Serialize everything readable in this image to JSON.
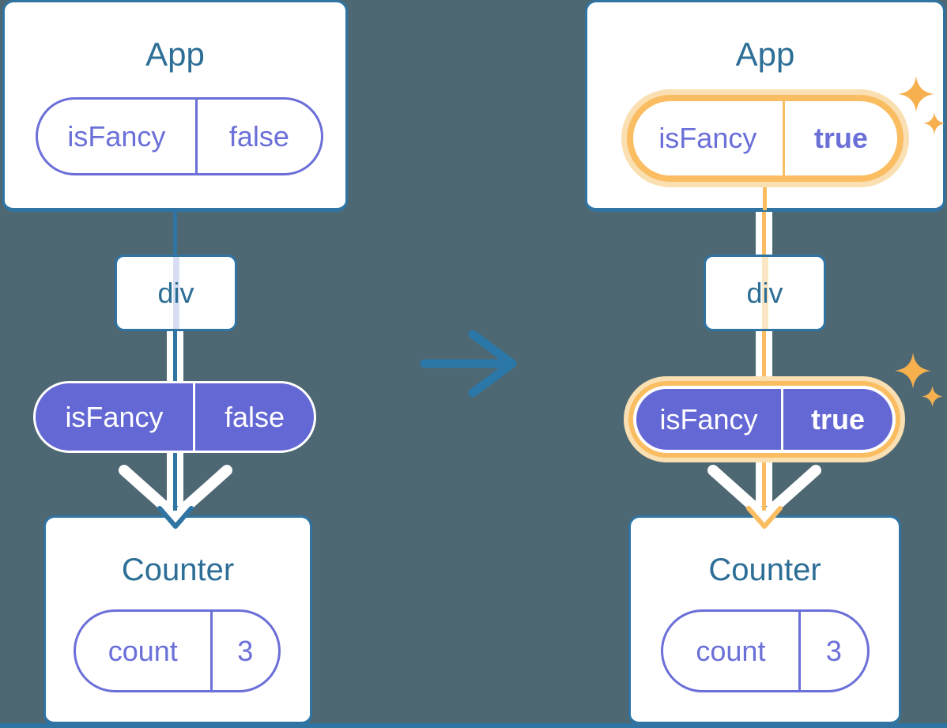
{
  "diagram": {
    "description": "React prop-drilling diagram: App passes isFancy through div to Counter, before and after the value flips to true",
    "before": {
      "app": {
        "title": "App",
        "prop": {
          "name": "isFancy",
          "value": "false"
        }
      },
      "container": {
        "label": "div"
      },
      "passed_prop": {
        "name": "isFancy",
        "value": "false"
      },
      "counter": {
        "title": "Counter",
        "state": {
          "name": "count",
          "value": "3"
        }
      }
    },
    "after": {
      "app": {
        "title": "App",
        "prop": {
          "name": "isFancy",
          "value": "true"
        }
      },
      "container": {
        "label": "div"
      },
      "passed_prop": {
        "name": "isFancy",
        "value": "true"
      },
      "counter": {
        "title": "Counter",
        "state": {
          "name": "count",
          "value": "3"
        }
      }
    },
    "icons": {
      "transition_arrow": "right-arrow-icon",
      "flow_arrowhead": "down-chevron-arrowhead-icon",
      "big_white_chevron": "down-chevron-icon",
      "sparkle": "four-point-sparkle-icon"
    },
    "colors": {
      "background": "#4D6873",
      "card_fill": "#FFFFFF",
      "card_border": "#2F74A3",
      "heading_text": "#2D6E96",
      "purple": "#6B6FD8",
      "purple_fill": "#6468D4",
      "highlight_orange": "#FBBD62",
      "highlight_orange_pale": "#FADFB2",
      "sparkle_orange": "#F6B04E",
      "line_blue": "#2F74A3",
      "stripe_lavender": "#D7DEF3",
      "stripe_pale_orange": "#FCE7C4"
    }
  }
}
